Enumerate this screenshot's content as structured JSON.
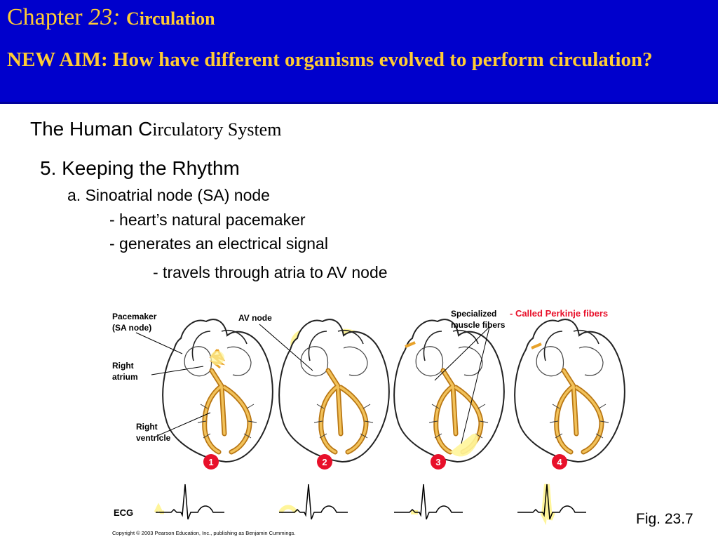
{
  "header": {
    "chapter_word": "Chapter",
    "chapter_number": "23:",
    "chapter_title": "Circulation",
    "aim": "NEW AIM: How have different organisms evolved to perform circulation?"
  },
  "section": {
    "title_lead": "The Human C",
    "title_rest": "irculatory System"
  },
  "outline": {
    "point_5": "5. Keeping the Rhythm",
    "point_a": "a. Sinoatrial node (SA) node",
    "bullet_1": "- heart’s natural pacemaker",
    "bullet_2": "- generates an electrical signal",
    "bullet_3": "- travels through atria to AV node"
  },
  "figure": {
    "label_pacemaker_1": "Pacemaker",
    "label_pacemaker_2": "(SA node)",
    "label_av_node": "AV node",
    "label_right_atrium_1": "Right",
    "label_right_atrium_2": "atrium",
    "label_right_ventricle_1": "Right",
    "label_right_ventricle_2": "ventricle",
    "label_specialized_1": "Specialized",
    "label_specialized_2": "muscle fibers",
    "annotation_perkinje": "- Called Perkinje fibers",
    "step_1": "1",
    "step_2": "2",
    "step_3": "3",
    "step_4": "4",
    "ecg_label": "ECG",
    "copyright": "Copyright © 2003 Pearson Education, Inc., publishing as Benjamin Cummings.",
    "colors": {
      "highlight": "#fff59a",
      "conduction": "#e8a22a",
      "step_badge": "#e8102a",
      "annotation": "#e8102a",
      "header_bg": "#0000cc",
      "header_text": "#ffcc33"
    }
  },
  "fig_label": "Fig. 23.7"
}
